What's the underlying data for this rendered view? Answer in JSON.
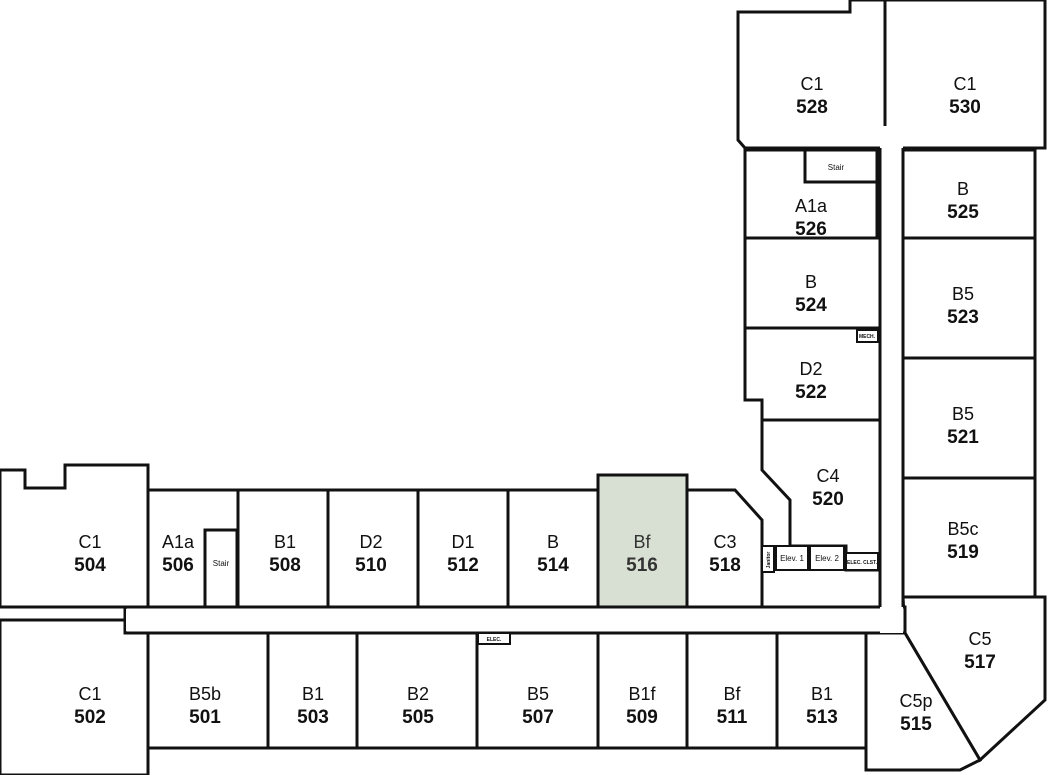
{
  "highlight_color": "#d8e0d3",
  "rooms": [
    {
      "type": "C1",
      "number": "528"
    },
    {
      "type": "C1",
      "number": "530"
    },
    {
      "type": "A1a",
      "number": "526"
    },
    {
      "type": "B",
      "number": "525"
    },
    {
      "type": "B",
      "number": "524"
    },
    {
      "type": "B5",
      "number": "523"
    },
    {
      "type": "D2",
      "number": "522"
    },
    {
      "type": "B5",
      "number": "521"
    },
    {
      "type": "C4",
      "number": "520"
    },
    {
      "type": "B5c",
      "number": "519"
    },
    {
      "type": "C5",
      "number": "517"
    },
    {
      "type": "C5p",
      "number": "515"
    },
    {
      "type": "C1",
      "number": "504"
    },
    {
      "type": "A1a",
      "number": "506"
    },
    {
      "type": "B1",
      "number": "508"
    },
    {
      "type": "D2",
      "number": "510"
    },
    {
      "type": "D1",
      "number": "512"
    },
    {
      "type": "B",
      "number": "514"
    },
    {
      "type": "Bf",
      "number": "516",
      "highlighted": true
    },
    {
      "type": "C3",
      "number": "518"
    },
    {
      "type": "C1",
      "number": "502"
    },
    {
      "type": "B5b",
      "number": "501"
    },
    {
      "type": "B1",
      "number": "503"
    },
    {
      "type": "B2",
      "number": "505"
    },
    {
      "type": "B5",
      "number": "507"
    },
    {
      "type": "B1f",
      "number": "509"
    },
    {
      "type": "Bf",
      "number": "511"
    },
    {
      "type": "B1",
      "number": "513"
    }
  ],
  "utility": {
    "stair_top": "Stair",
    "stair_left": "Stair",
    "mech": "MECH.",
    "elev1": "Elev. 1",
    "elev2": "Elev. 2",
    "elec_clst": "ELEC. CLST.",
    "janitor": "Janitor",
    "elec": "ELEC."
  }
}
